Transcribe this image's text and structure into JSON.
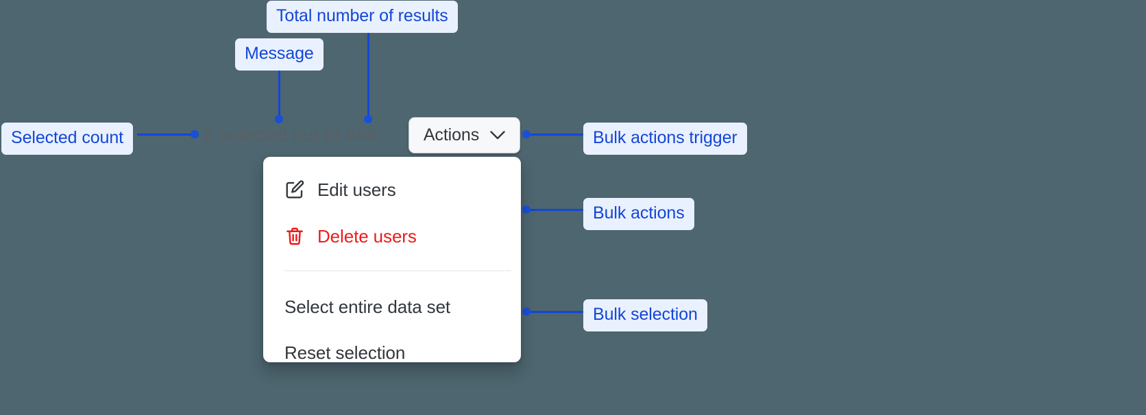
{
  "canvas": {
    "background_color": "#4d666f",
    "accent_color": "#1346d8",
    "chip_background": "#eaf1fe",
    "danger_color": "#ec1c1c"
  },
  "annotations": [
    {
      "id": "total-results",
      "label": "Total number of results"
    },
    {
      "id": "message",
      "label": "Message"
    },
    {
      "id": "selected-count",
      "label": "Selected count"
    },
    {
      "id": "bulk-actions-trigger",
      "label": "Bulk actions trigger"
    },
    {
      "id": "bulk-actions",
      "label": "Bulk actions"
    },
    {
      "id": "bulk-selection",
      "label": "Bulk selection"
    }
  ],
  "component": {
    "selected_count_text": "6 selected out of ###",
    "selected_count_value": "6",
    "total_results_placeholder": "###",
    "trigger": {
      "label": "Actions",
      "icon": "chevron-down-icon"
    },
    "menu": {
      "bulk_actions": [
        {
          "label": "Edit users",
          "icon": "pencil-edit-icon",
          "danger": false
        },
        {
          "label": "Delete users",
          "icon": "trash-delete-icon",
          "danger": true
        }
      ],
      "bulk_selection": [
        {
          "label": "Select entire data set"
        },
        {
          "label": "Reset selection"
        }
      ]
    }
  }
}
